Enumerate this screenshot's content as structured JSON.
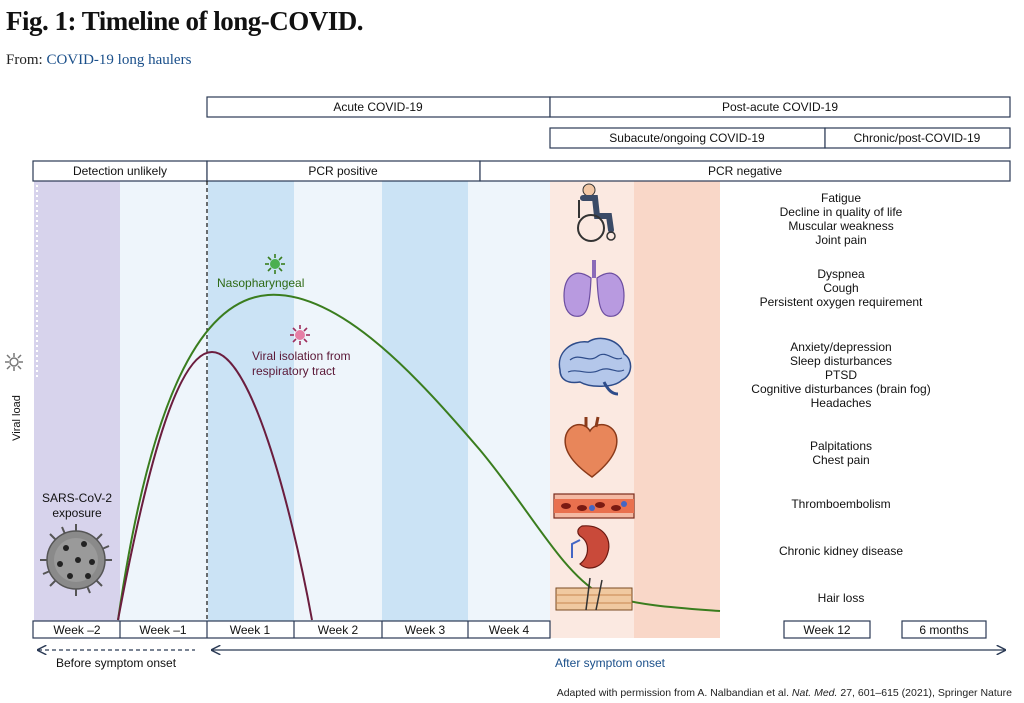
{
  "header": {
    "title": "Fig. 1: Timeline of long-COVID.",
    "from_label": "From:",
    "from_link": "COVID-19 long haulers"
  },
  "phases": {
    "acute": "Acute COVID-19",
    "post_acute": "Post-acute COVID-19",
    "subacute": "Subacute/ongoing COVID-19",
    "chronic": "Chronic/post-COVID-19"
  },
  "detection": {
    "unlikely": "Detection unlikely",
    "pcr_positive": "PCR positive",
    "pcr_negative": "PCR negative"
  },
  "curves": {
    "naso_label": "Nasopharyngeal",
    "naso_color": "#3a7d1e",
    "resp_label_line1": "Viral isolation from",
    "resp_label_line2": "respiratory tract",
    "resp_color": "#6b1d3e"
  },
  "y_axis_label": "Viral load",
  "exposure": {
    "line1": "SARS-CoV-2",
    "line2": "exposure"
  },
  "weeks": [
    "Week –2",
    "Week –1",
    "Week 1",
    "Week 2",
    "Week 3",
    "Week 4"
  ],
  "later_weeks": [
    "Week 12",
    "6 months"
  ],
  "timeline": {
    "before": "Before symptom onset",
    "after": "After symptom onset"
  },
  "symptoms": [
    {
      "icon": "wheelchair-icon",
      "lines": [
        "Fatigue",
        "Decline in quality of life",
        "Muscular weakness",
        "Joint pain"
      ]
    },
    {
      "icon": "lungs-icon",
      "lines": [
        "Dyspnea",
        "Cough",
        "Persistent oxygen requirement"
      ]
    },
    {
      "icon": "brain-icon",
      "lines": [
        "Anxiety/depression",
        "Sleep disturbances",
        "PTSD",
        "Cognitive disturbances (brain fog)",
        "Headaches"
      ]
    },
    {
      "icon": "heart-icon",
      "lines": [
        "Palpitations",
        "Chest pain"
      ]
    },
    {
      "icon": "blood-vessel-icon",
      "lines": [
        "Thromboembolism"
      ]
    },
    {
      "icon": "kidney-icon",
      "lines": [
        "Chronic kidney disease"
      ]
    },
    {
      "icon": "hair-follicle-icon",
      "lines": [
        "Hair loss"
      ]
    }
  ],
  "credit": {
    "prefix": "Adapted with permission from A. Nalbandian et al. ",
    "journal": "Nat. Med.",
    "suffix": " 27, 601–615 (2021), Springer Nature"
  },
  "colors": {
    "frame": "#2b3a55",
    "band_purple": "#d7d3ec",
    "band_light": "#eef5fb",
    "band_blue": "#cbe3f5",
    "band_peach": "#f9d7c8",
    "band_peach_light": "#fbe9e1"
  }
}
